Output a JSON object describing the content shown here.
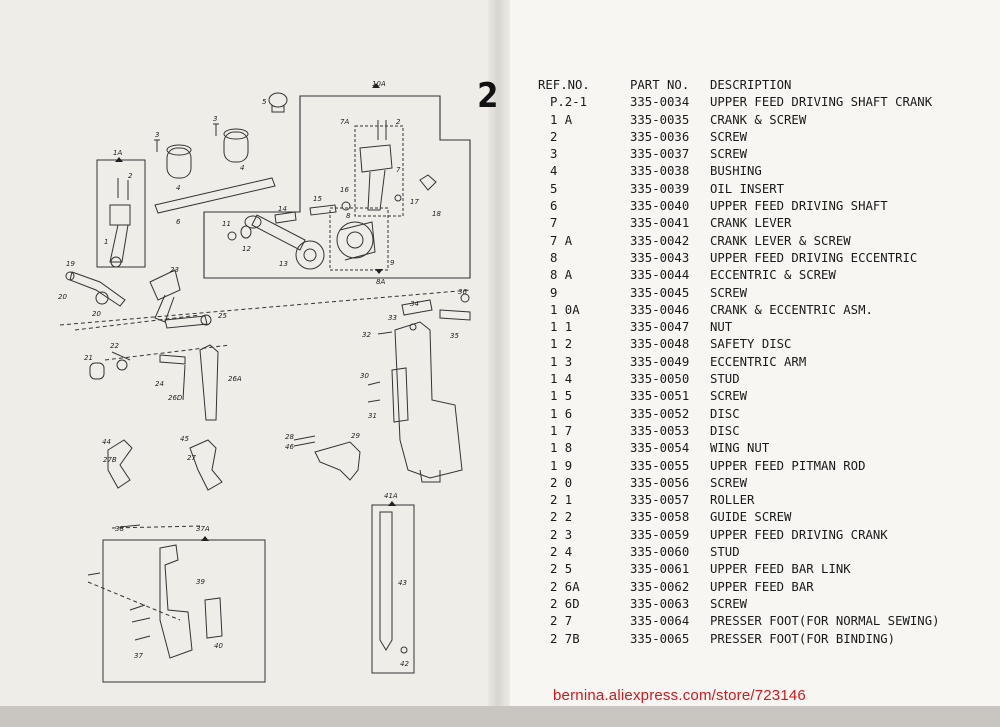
{
  "page": {
    "section_number": "2",
    "watermark": "bernina.aliexpress.com/store/723146"
  },
  "table": {
    "headers": {
      "ref": "REF.NO.",
      "part": "PART NO.",
      "desc": "DESCRIPTION"
    },
    "rows": [
      {
        "ref": "P.2-1",
        "part": "335-0034",
        "desc": "UPPER FEED DRIVING SHAFT CRANK"
      },
      {
        "ref": "1 A",
        "part": "335-0035",
        "desc": "CRANK & SCREW"
      },
      {
        "ref": "2",
        "part": "335-0036",
        "desc": "SCREW"
      },
      {
        "ref": "3",
        "part": "335-0037",
        "desc": "SCREW"
      },
      {
        "ref": "4",
        "part": "335-0038",
        "desc": "BUSHING"
      },
      {
        "ref": "5",
        "part": "335-0039",
        "desc": "OIL INSERT"
      },
      {
        "ref": "6",
        "part": "335-0040",
        "desc": "UPPER FEED DRIVING SHAFT"
      },
      {
        "ref": "7",
        "part": "335-0041",
        "desc": "CRANK LEVER"
      },
      {
        "ref": "7 A",
        "part": "335-0042",
        "desc": "CRANK LEVER & SCREW"
      },
      {
        "ref": "8",
        "part": "335-0043",
        "desc": "UPPER FEED DRIVING ECCENTRIC"
      },
      {
        "ref": "8 A",
        "part": "335-0044",
        "desc": "ECCENTRIC & SCREW"
      },
      {
        "ref": "9",
        "part": "335-0045",
        "desc": "SCREW"
      },
      {
        "ref": "1 0A",
        "part": "335-0046",
        "desc": "CRANK & ECCENTRIC ASM."
      },
      {
        "ref": "1 1",
        "part": "335-0047",
        "desc": "NUT"
      },
      {
        "ref": "1 2",
        "part": "335-0048",
        "desc": "SAFETY DISC"
      },
      {
        "ref": "1 3",
        "part": "335-0049",
        "desc": "ECCENTRIC ARM"
      },
      {
        "ref": "1 4",
        "part": "335-0050",
        "desc": "STUD"
      },
      {
        "ref": "1 5",
        "part": "335-0051",
        "desc": "SCREW"
      },
      {
        "ref": "1 6",
        "part": "335-0052",
        "desc": "DISC"
      },
      {
        "ref": "1 7",
        "part": "335-0053",
        "desc": "DISC"
      },
      {
        "ref": "1 8",
        "part": "335-0054",
        "desc": "WING NUT"
      },
      {
        "ref": "1 9",
        "part": "335-0055",
        "desc": "UPPER FEED PITMAN ROD"
      },
      {
        "ref": "2 0",
        "part": "335-0056",
        "desc": "SCREW"
      },
      {
        "ref": "2 1",
        "part": "335-0057",
        "desc": "ROLLER"
      },
      {
        "ref": "2 2",
        "part": "335-0058",
        "desc": "GUIDE SCREW"
      },
      {
        "ref": "2 3",
        "part": "335-0059",
        "desc": "UPPER FEED DRIVING CRANK"
      },
      {
        "ref": "2 4",
        "part": "335-0060",
        "desc": "STUD"
      },
      {
        "ref": "2 5",
        "part": "335-0061",
        "desc": "UPPER FEED BAR LINK"
      },
      {
        "ref": "2 6A",
        "part": "335-0062",
        "desc": "UPPER FEED BAR"
      },
      {
        "ref": "2 6D",
        "part": "335-0063",
        "desc": "SCREW"
      },
      {
        "ref": "2 7",
        "part": "335-0064",
        "desc": "PRESSER FOOT(FOR NORMAL SEWING)"
      },
      {
        "ref": "2 7B",
        "part": "335-0065",
        "desc": "PRESSER FOOT(FOR BINDING)"
      }
    ]
  },
  "diagram": {
    "labels": [
      {
        "key": "10A",
        "text": "10A"
      },
      {
        "key": "5",
        "text": "5"
      },
      {
        "key": "2a",
        "text": "2"
      },
      {
        "key": "2b",
        "text": "2"
      },
      {
        "key": "3a",
        "text": "3"
      },
      {
        "key": "3b",
        "text": "3"
      },
      {
        "key": "4a",
        "text": "4"
      },
      {
        "key": "4b",
        "text": "4"
      },
      {
        "key": "1A",
        "text": "1A"
      },
      {
        "key": "7A",
        "text": "7A"
      },
      {
        "key": "7",
        "text": "7"
      },
      {
        "key": "6",
        "text": "6"
      },
      {
        "key": "17",
        "text": "17"
      },
      {
        "key": "18",
        "text": "18"
      },
      {
        "key": "16",
        "text": "16"
      },
      {
        "key": "15",
        "text": "15"
      },
      {
        "key": "14",
        "text": "14"
      },
      {
        "key": "11",
        "text": "11"
      },
      {
        "key": "12",
        "text": "12"
      },
      {
        "key": "13",
        "text": "13"
      },
      {
        "key": "8",
        "text": "8"
      },
      {
        "key": "9",
        "text": "9"
      },
      {
        "key": "8A",
        "text": "8A"
      },
      {
        "key": "1",
        "text": "1"
      },
      {
        "key": "19",
        "text": "19"
      },
      {
        "key": "20a",
        "text": "20"
      },
      {
        "key": "20b",
        "text": "20"
      },
      {
        "key": "23",
        "text": "23"
      },
      {
        "key": "25",
        "text": "25"
      },
      {
        "key": "21",
        "text": "21"
      },
      {
        "key": "22",
        "text": "22"
      },
      {
        "key": "24",
        "text": "24"
      },
      {
        "key": "26A",
        "text": "26A"
      },
      {
        "key": "26D",
        "text": "26D"
      },
      {
        "key": "44",
        "text": "44"
      },
      {
        "key": "27B",
        "text": "27B"
      },
      {
        "key": "45",
        "text": "45"
      },
      {
        "key": "27",
        "text": "27"
      },
      {
        "key": "34",
        "text": "34"
      },
      {
        "key": "36",
        "text": "36"
      },
      {
        "key": "32",
        "text": "32"
      },
      {
        "key": "33",
        "text": "33"
      },
      {
        "key": "35",
        "text": "35"
      },
      {
        "key": "30",
        "text": "30"
      },
      {
        "key": "31",
        "text": "31"
      },
      {
        "key": "29",
        "text": "29"
      },
      {
        "key": "28",
        "text": "28"
      },
      {
        "key": "46",
        "text": "46"
      },
      {
        "key": "41A",
        "text": "41A"
      },
      {
        "key": "43",
        "text": "43"
      },
      {
        "key": "42",
        "text": "42"
      },
      {
        "key": "38",
        "text": "38"
      },
      {
        "key": "37A",
        "text": "37A"
      },
      {
        "key": "39",
        "text": "39"
      },
      {
        "key": "37",
        "text": "37"
      },
      {
        "key": "40",
        "text": "40"
      }
    ]
  }
}
